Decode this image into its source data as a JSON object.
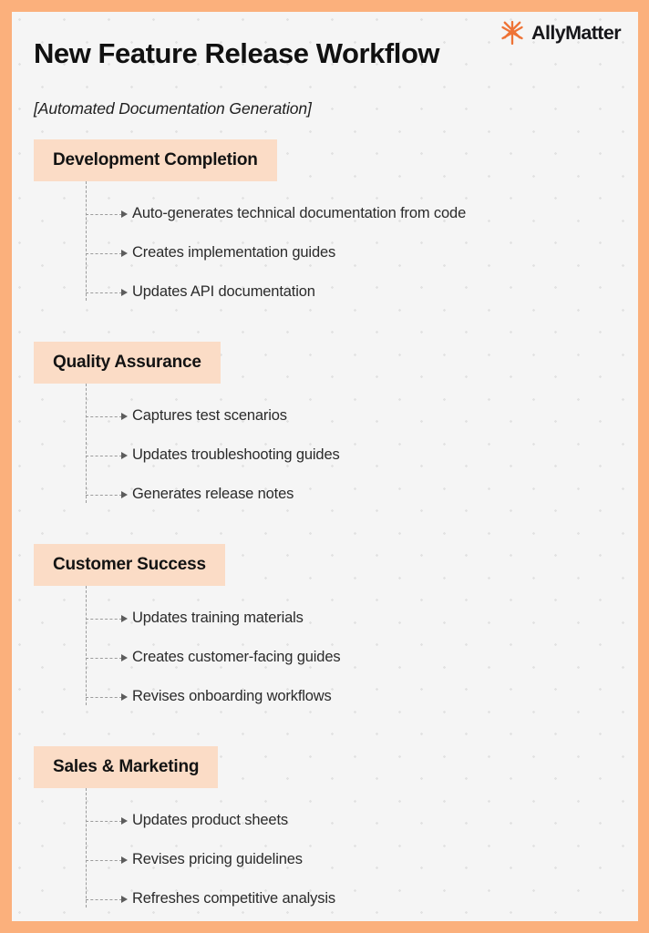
{
  "brand": {
    "name": "AllyMatter",
    "mark": "asterisk-starburst-icon",
    "accent_color": "#ee7336"
  },
  "page": {
    "title": "New Feature Release Workflow",
    "subtitle": "[Automated Documentation Generation]",
    "border_color": "#fbb07c",
    "canvas_color": "#f5f5f5",
    "header_chip_color": "#fbdcc6",
    "text_color": "#2b2b2b"
  },
  "sections": [
    {
      "title": "Development Completion",
      "items": [
        "Auto-generates technical documentation from code",
        "Creates implementation guides",
        "Updates API documentation"
      ]
    },
    {
      "title": "Quality Assurance",
      "items": [
        "Captures test scenarios",
        "Updates troubleshooting guides",
        "Generates release notes"
      ]
    },
    {
      "title": "Customer Success",
      "items": [
        "Updates training materials",
        "Creates customer-facing guides",
        "Revises onboarding workflows"
      ]
    },
    {
      "title": "Sales & Marketing",
      "items": [
        "Updates product sheets",
        "Revises pricing guidelines",
        "Refreshes competitive analysis"
      ]
    }
  ]
}
